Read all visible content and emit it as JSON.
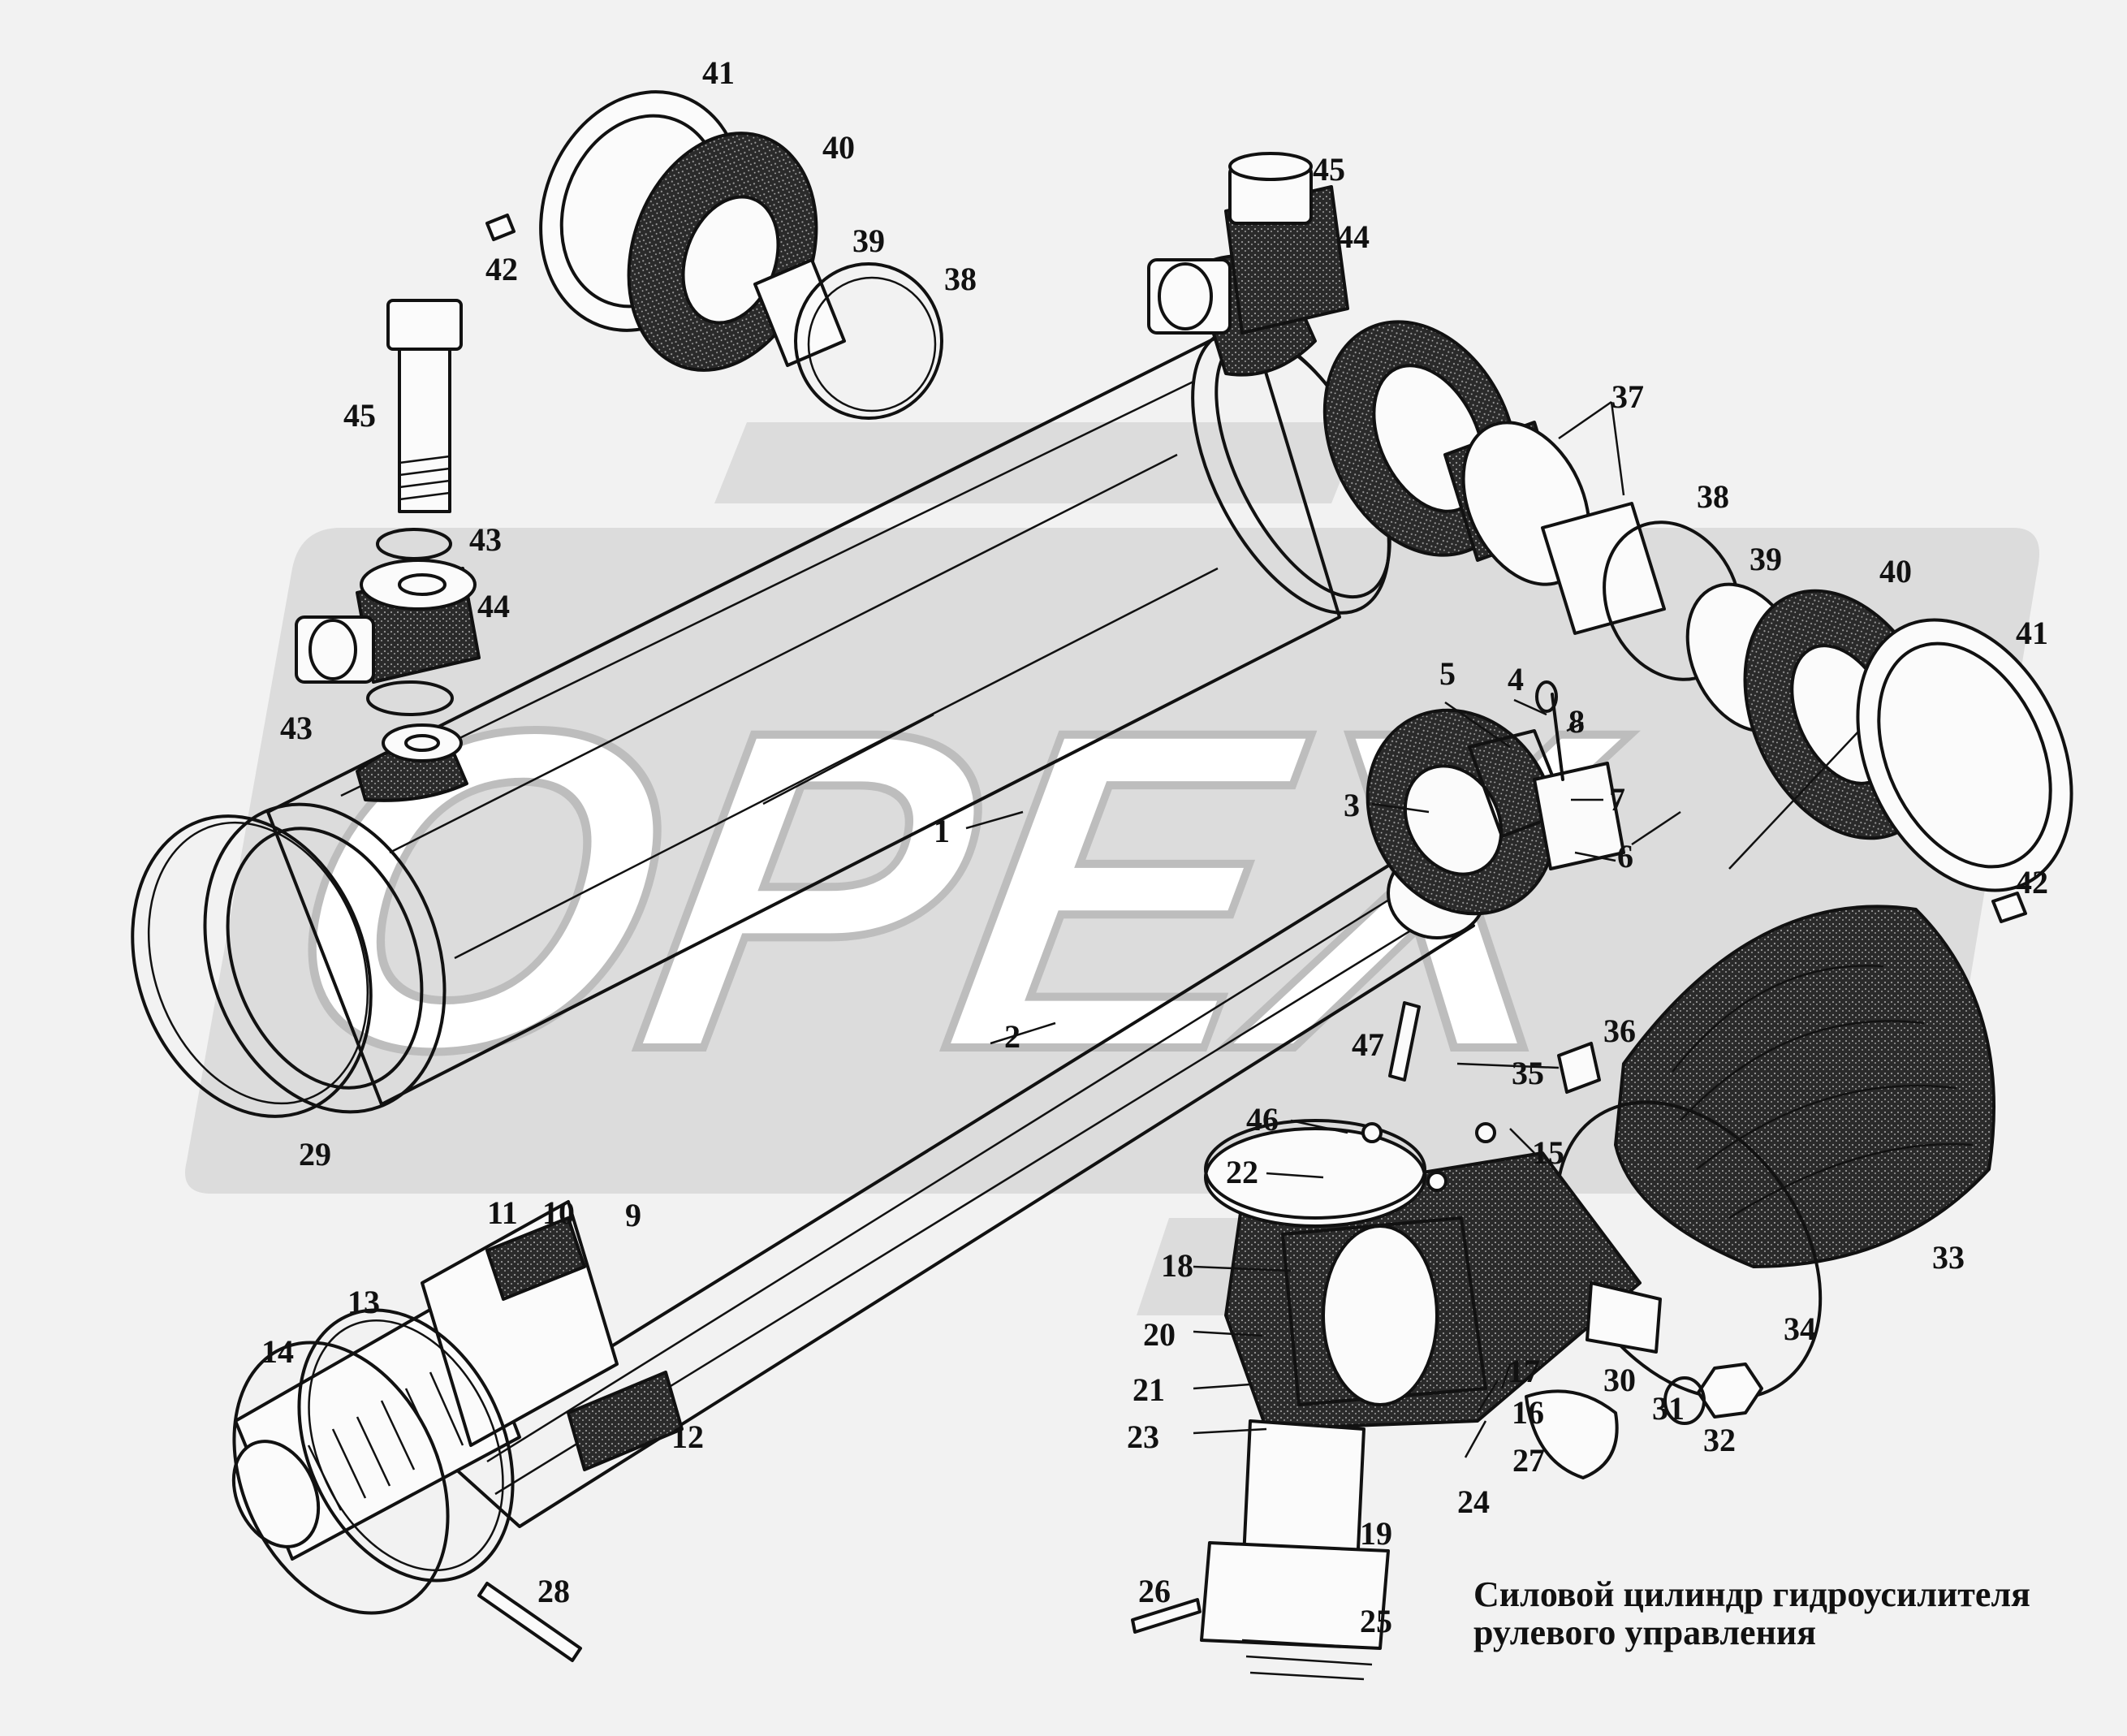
{
  "diagram": {
    "title_lines": [
      "Силовой цилиндр гидроусилителя",
      "рулевого  управления"
    ],
    "watermark": "OPEX",
    "colors": {
      "ink": "#111111",
      "background": "#f2f2f2",
      "watermark": "#dcdcdc"
    }
  },
  "callouts": {
    "c1": "1",
    "c2": "2",
    "c3": "3",
    "c4": "4",
    "c5": "5",
    "c6": "6",
    "c7": "7",
    "c8": "8",
    "c9": "9",
    "c10": "10",
    "c11": "11",
    "c12": "12",
    "c13": "13",
    "c14": "14",
    "c15": "15",
    "c16": "16",
    "c17": "17",
    "c18": "18",
    "c19": "19",
    "c20": "20",
    "c21": "21",
    "c22": "22",
    "c23": "23",
    "c24": "24",
    "c25": "25",
    "c26": "26",
    "c27": "27",
    "c28": "28",
    "c29": "29",
    "c30": "30",
    "c31": "31",
    "c32": "32",
    "c33": "33",
    "c34": "34",
    "c35": "35",
    "c36": "36",
    "c37": "37",
    "c38a": "38",
    "c38b": "38",
    "c39a": "39",
    "c39b": "39",
    "c40a": "40",
    "c40b": "40",
    "c41a": "41",
    "c41b": "41",
    "c42a": "42",
    "c42b": "42",
    "c43a": "43",
    "c43b": "43",
    "c44a": "44",
    "c44b": "44",
    "c45a": "45",
    "c45b": "45",
    "c46": "46",
    "c47": "47"
  }
}
